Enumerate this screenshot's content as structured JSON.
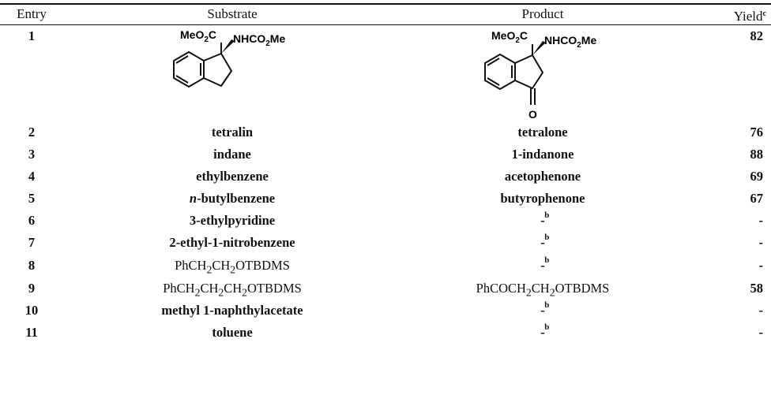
{
  "header": {
    "entry": "Entry",
    "substrate": "Substrate",
    "product": "Product",
    "yield": "Yield",
    "yield_sup": "c"
  },
  "structure_labels": {
    "ester": "MeO",
    "ester_sub": "2",
    "ester_c": "C",
    "carbamate": "NHCO",
    "carbamate_sub": "2",
    "carbamate_me": "Me",
    "ketone_o": "O"
  },
  "rows": [
    {
      "entry": "1",
      "substrate": "",
      "product": "",
      "yield": "82"
    },
    {
      "entry": "2",
      "substrate": "tetralin",
      "product": "tetralone",
      "yield": "76"
    },
    {
      "entry": "3",
      "substrate": "indane",
      "product": "1-indanone",
      "yield": "88"
    },
    {
      "entry": "4",
      "substrate": "ethylbenzene",
      "product": "acetophenone",
      "yield": "69"
    },
    {
      "entry": "5",
      "substrate_prefix": "n",
      "substrate": "-butylbenzene",
      "product": "butyrophenone",
      "yield": "67"
    },
    {
      "entry": "6",
      "substrate": "3-ethylpyridine",
      "product_dash": "-",
      "product_sup": "b",
      "yield": "-"
    },
    {
      "entry": "7",
      "substrate": "2-ethyl-1-nitrobenzene",
      "product_dash": "-",
      "product_sup": "b",
      "yield": "-"
    },
    {
      "entry": "8",
      "substrate_parts": [
        "PhCH",
        "2",
        "CH",
        "2",
        "OTBDMS"
      ],
      "product_dash": "-",
      "product_sup": "b",
      "yield": "-"
    },
    {
      "entry": "9",
      "substrate_parts": [
        "PhCH",
        "2",
        "CH",
        "2",
        "CH",
        "2",
        "OTBDMS"
      ],
      "product_parts": [
        "PhCOCH",
        "2",
        "CH",
        "2",
        "OTBDMS"
      ],
      "yield": "58"
    },
    {
      "entry": "10",
      "substrate": "methyl 1-naphthylacetate",
      "product_dash": "-",
      "product_sup": "b",
      "yield": "-"
    },
    {
      "entry": "11",
      "substrate": "toluene",
      "product_dash": "-",
      "product_sup": "b",
      "yield": "-"
    }
  ]
}
